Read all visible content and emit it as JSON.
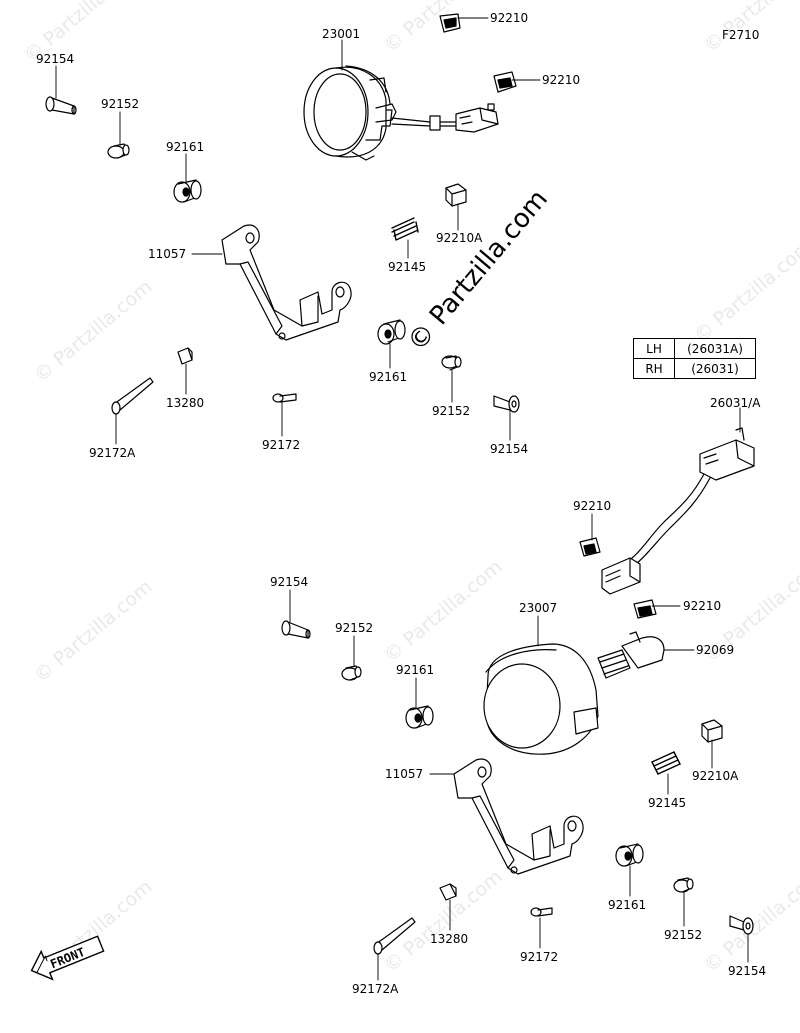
{
  "figure_id": "F2710",
  "watermark_main": "© Partzilla.com",
  "watermark_repeat": "© Partzilla.com",
  "front_label": "FRONT",
  "legend": {
    "rows": [
      {
        "side": "LH",
        "part": "(26031A)"
      },
      {
        "side": "RH",
        "part": "(26031)"
      }
    ]
  },
  "callouts": {
    "c_23001": "23001",
    "c_92210_a": "92210",
    "c_92210_b": "92210",
    "c_92154_a": "92154",
    "c_92152_a": "92152",
    "c_92161_a": "92161",
    "c_11057_a": "11057",
    "c_92145_a": "92145",
    "c_92210A_a": "92210A",
    "c_92161_b": "92161",
    "c_92152_b": "92152",
    "c_92154_b": "92154",
    "c_13280_a": "13280",
    "c_92172_a": "92172",
    "c_92172A_a": "92172A",
    "c_26031A": "26031/A",
    "c_92210_c": "92210",
    "c_92154_c": "92154",
    "c_92152_c": "92152",
    "c_92161_c": "92161",
    "c_23007": "23007",
    "c_92210_d": "92210",
    "c_92069": "92069",
    "c_11057_b": "11057",
    "c_92145_b": "92145",
    "c_92210A_b": "92210A",
    "c_92161_d": "92161",
    "c_92152_d": "92152",
    "c_92154_d": "92154",
    "c_13280_b": "13280",
    "c_92172_b": "92172",
    "c_92172A_b": "92172A"
  }
}
